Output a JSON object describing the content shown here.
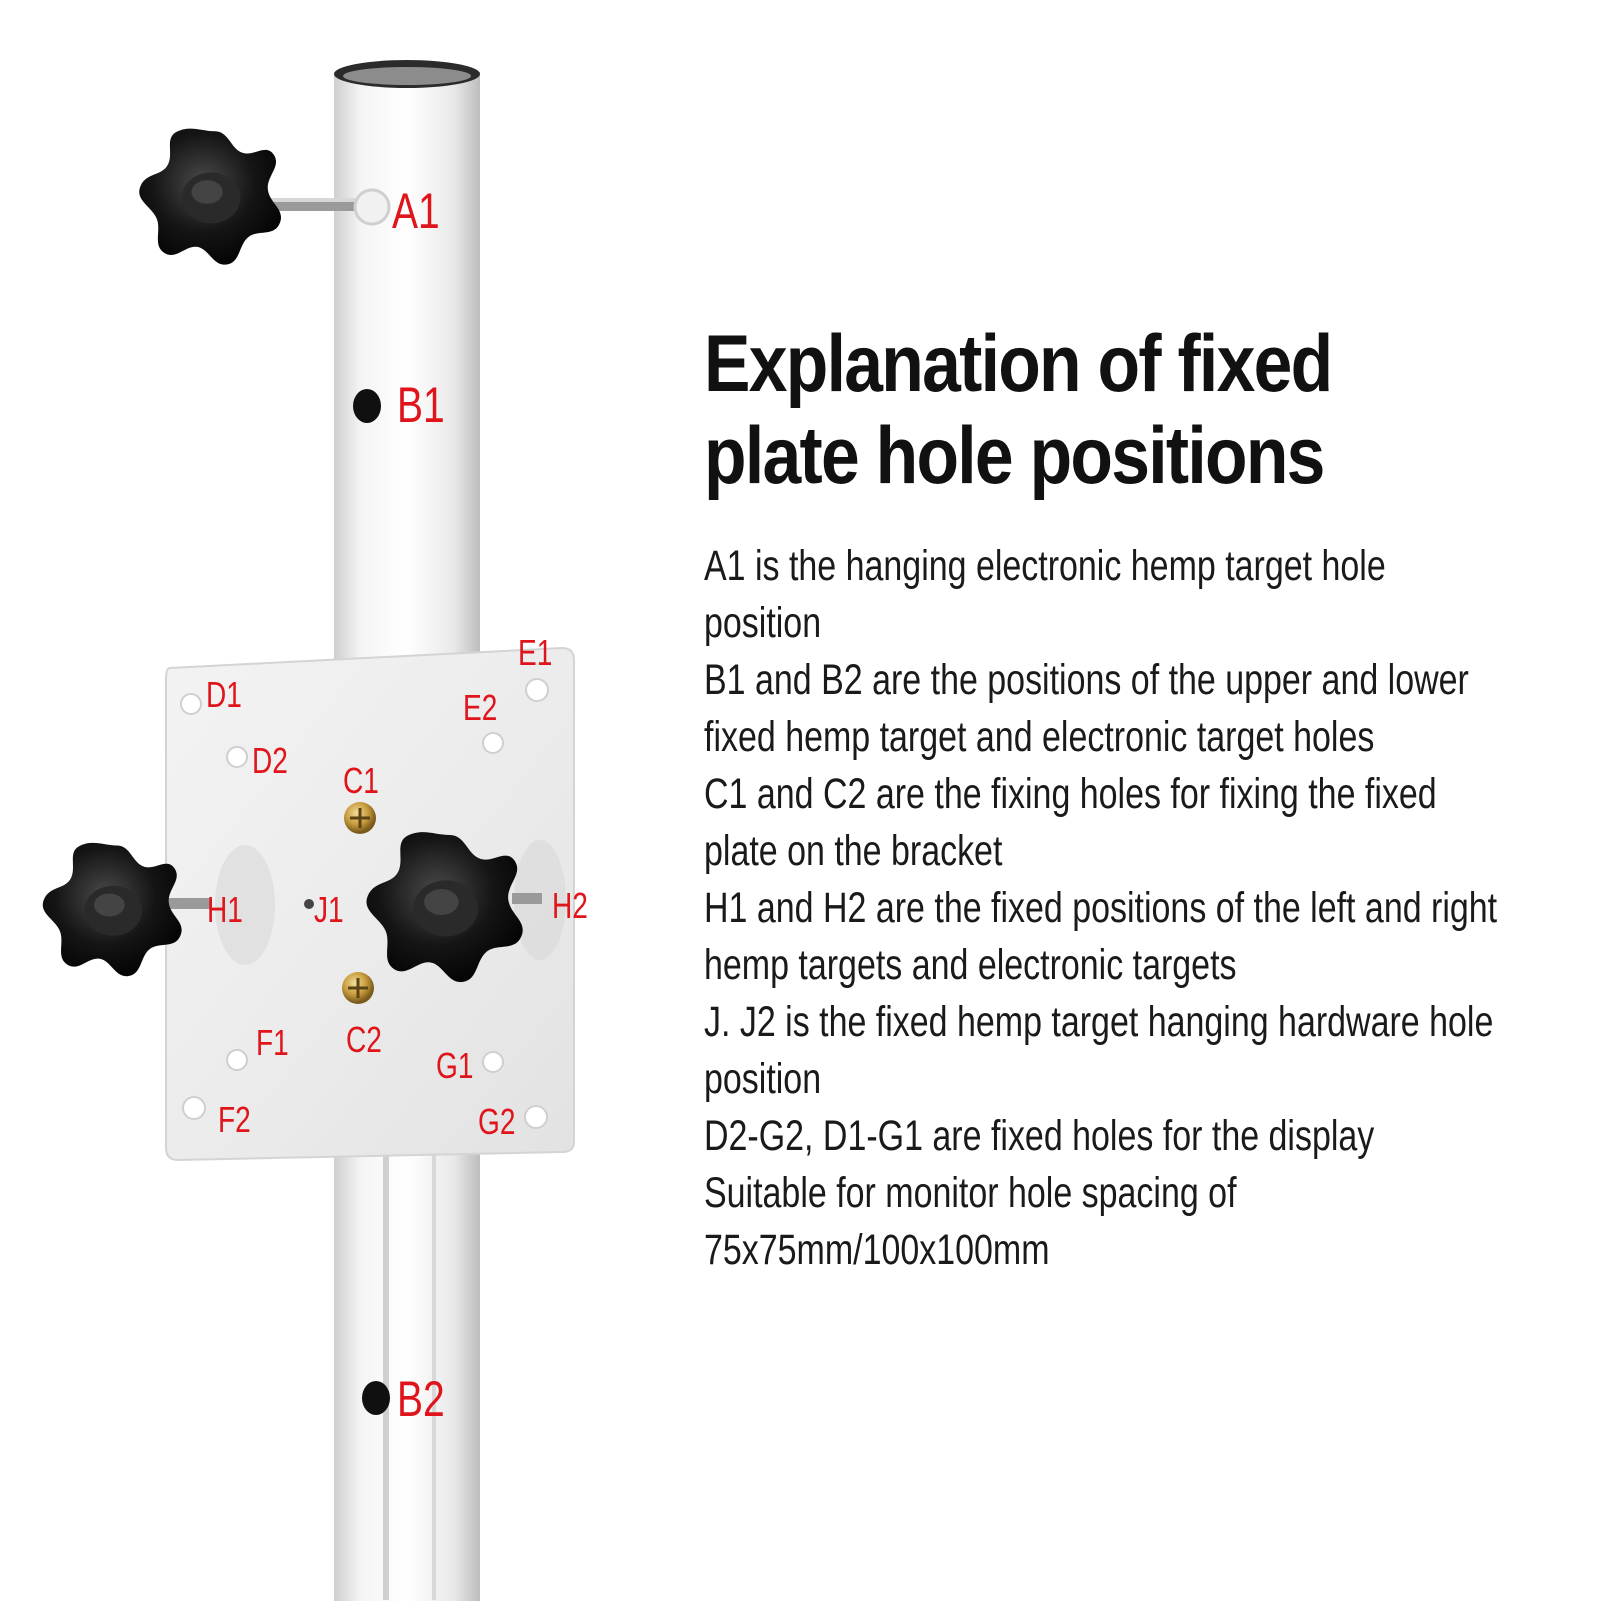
{
  "heading": {
    "line1": "Explanation of fixed",
    "line2": "plate hole positions"
  },
  "descriptions": [
    "A1 is the hanging electronic hemp target hole position",
    "B1 and B2 are the positions of the upper and lower fixed hemp target and electronic target holes",
    "C1 and C2 are the fixing holes for fixing the fixed plate on the bracket",
    "H1 and H2 are the fixed positions of the left and right hemp targets and electronic targets",
    "J. J2 is the fixed hemp target hanging hardware hole position",
    "D2-G2, D1-G1 are fixed holes for the display",
    "Suitable for monitor hole spacing of 75x75mm/100x100mm"
  ],
  "hole_labels": {
    "A1": "A1",
    "B1": "B1",
    "B2": "B2",
    "C1": "C1",
    "C2": "C2",
    "D1": "D1",
    "D2": "D2",
    "E1": "E1",
    "E2": "E2",
    "F1": "F1",
    "F2": "F2",
    "G1": "G1",
    "G2": "G2",
    "H1": "H1",
    "H2": "H2",
    "J1": "J1"
  },
  "colors": {
    "label_red": "#e0141b",
    "text": "#1a1a1a",
    "pole": "#e6e6e6",
    "knob": "#111111"
  },
  "icons": [
    "star-knob-icon",
    "screw-icon"
  ]
}
